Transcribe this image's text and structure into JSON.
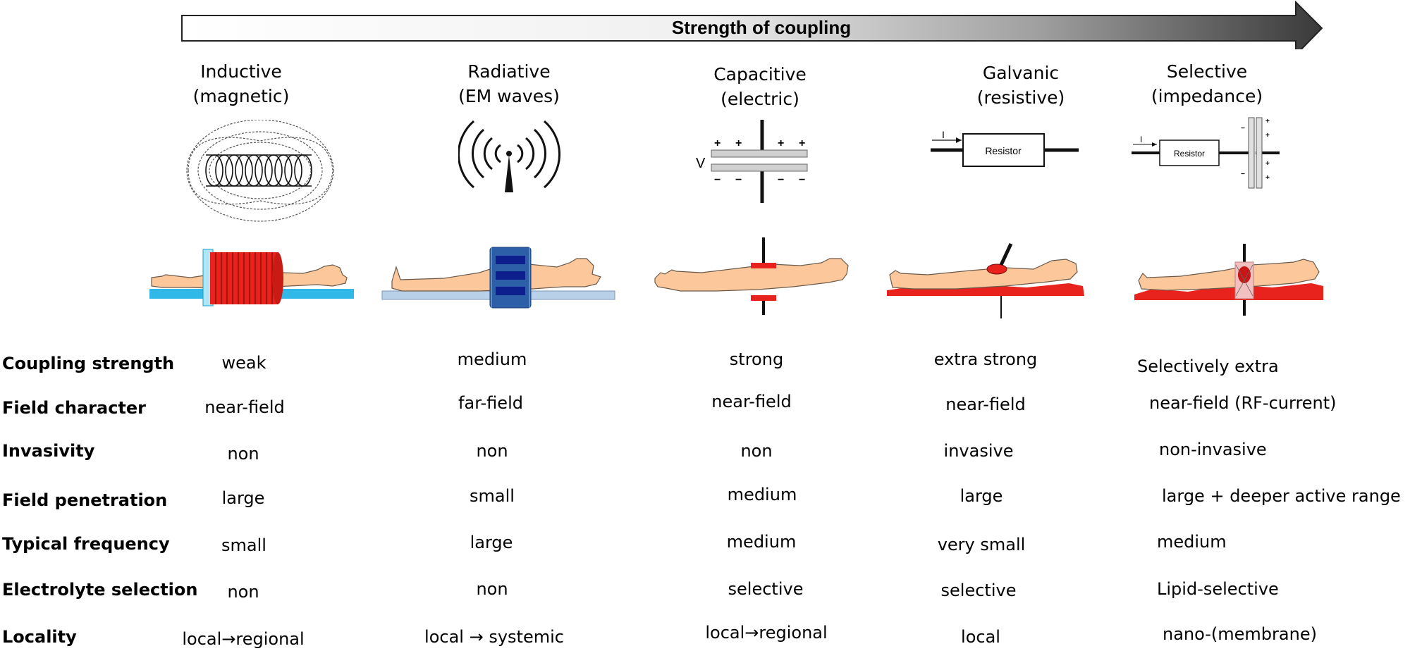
{
  "arrow": {
    "label": "Strength of coupling"
  },
  "columns": [
    {
      "key": "inductive",
      "line1": "Inductive",
      "line2": "(magnetic)"
    },
    {
      "key": "radiative",
      "line1": "Radiative",
      "line2": "(EM waves)"
    },
    {
      "key": "capacitive",
      "line1": "Capacitive",
      "line2": "(electric)"
    },
    {
      "key": "galvanic",
      "line1": "Galvanic",
      "line2": "(resistive)"
    },
    {
      "key": "selective",
      "line1": "Selective",
      "line2": "(impedance)"
    }
  ],
  "icons": {
    "voltage_symbol": "V",
    "current_symbol": "I",
    "resistor_label": "Resistor",
    "plus": "+",
    "minus": "−"
  },
  "rows": [
    {
      "label": "Coupling strength",
      "values": [
        "weak",
        "medium",
        "strong",
        "extra strong",
        "Selectively extra"
      ]
    },
    {
      "label": "Field character",
      "values": [
        "near-field",
        "far-field",
        "near-field",
        "near-field",
        "near-field (RF-current)"
      ]
    },
    {
      "label": "Invasivity",
      "values": [
        "non",
        "non",
        "non",
        "invasive",
        "non-invasive"
      ]
    },
    {
      "label": "Field penetration",
      "values": [
        "large",
        "small",
        "medium",
        "large",
        "large + deeper active range"
      ]
    },
    {
      "label": "Typical frequency",
      "values": [
        "small",
        "large",
        "medium",
        "very small",
        "medium"
      ]
    },
    {
      "label": "Electrolyte selection",
      "values": [
        "non",
        "non",
        "selective",
        "selective",
        "Lipid-selective"
      ]
    },
    {
      "label": "Locality",
      "values": [
        "local→regional",
        "local → systemic",
        "local→regional",
        "local",
        "nano-(membrane)"
      ]
    }
  ],
  "colors": {
    "body_skin": "#fcc89b",
    "body_outline": "#6b5a4a",
    "coil_red": "#e8231e",
    "bed_cyan": "#30b8e8",
    "bed_lightblue": "#b8d0e8",
    "ring_blue": "#2d5fa8",
    "ring_dark": "#0d1f8c",
    "plate_gray": "#c8c8c8",
    "arrow_dark": "#3a3a3a"
  }
}
